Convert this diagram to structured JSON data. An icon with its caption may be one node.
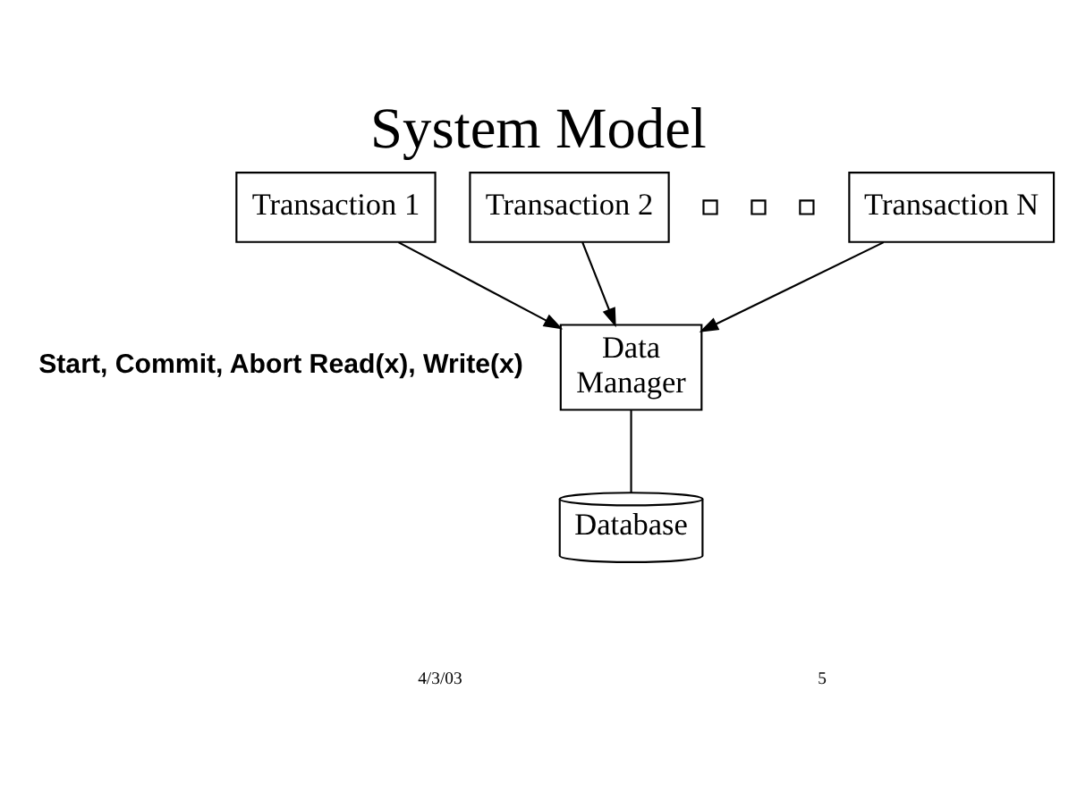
{
  "diagram": {
    "title": "System Model",
    "nodes": [
      {
        "text": [
          "Transaction 1"
        ]
      },
      {
        "text": [
          "Transaction 2"
        ]
      },
      {
        "text": [],
        "shape": "box"
      },
      {
        "text": [],
        "shape": "box"
      },
      {
        "text": [],
        "shape": "box"
      },
      {
        "text": [
          "Transaction N"
        ]
      },
      {
        "text": [
          "Data Manager"
        ]
      },
      {
        "text": [
          "Database"
        ]
      }
    ],
    "edges": [
      {
        "from": 0,
        "to": 6,
        "arrow": "to"
      },
      {
        "from": 1,
        "to": 6,
        "arrow": "to"
      },
      {
        "from": 5,
        "to": 6,
        "arrow": "to"
      },
      {
        "from": 6,
        "to": 7,
        "arrow": "none"
      }
    ],
    "labels": [
      "Start, Commit, Abort Read(x), Write(x)",
      "4/3/03",
      "5"
    ]
  }
}
